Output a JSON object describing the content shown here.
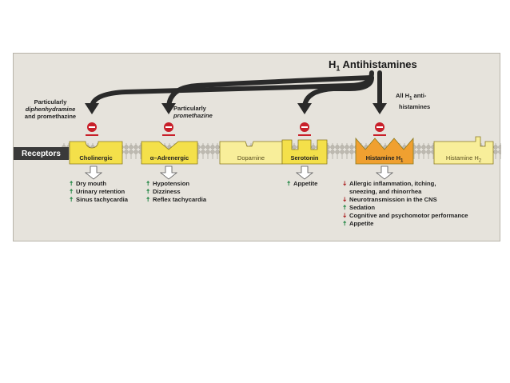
{
  "title": {
    "main": "H",
    "sub": "1",
    "rest": " Antihistamines"
  },
  "notes": {
    "cholinergic": {
      "l1": "Particularly",
      "l2": "diphenhydramine",
      "l3": "and promethazine"
    },
    "adrenergic": {
      "l1": "Particularly",
      "l2": "promethazine"
    },
    "histamine": {
      "l1a": "All H",
      "l1sub": "1",
      "l1b": " anti-",
      "l2": "histamines"
    }
  },
  "receptors_label": "Receptors",
  "receptors": {
    "cholinergic": "Cholinergic",
    "adrenergic": "α–Adrenergic",
    "dopamine": "Dopamine",
    "serotonin": "Serotonin",
    "histamine_h1": {
      "main": "Histamine H",
      "sub": "1"
    },
    "histamine_h2": {
      "main": "Histamine H",
      "sub": "2"
    }
  },
  "effects": {
    "cholinergic": [
      {
        "dir": "up",
        "text": "Dry mouth"
      },
      {
        "dir": "up",
        "text": "Urinary retention"
      },
      {
        "dir": "up",
        "text": "Sinus tachycardia"
      }
    ],
    "adrenergic": [
      {
        "dir": "up",
        "text": "Hypotension"
      },
      {
        "dir": "up",
        "text": "Dizziness"
      },
      {
        "dir": "up",
        "text": "Reflex tachycardia"
      }
    ],
    "serotonin": [
      {
        "dir": "up",
        "text": "Appetite"
      }
    ],
    "histamine": [
      {
        "dir": "down",
        "text": "Allergic inflammation, itching,"
      },
      {
        "dir": "none",
        "text": "sneezing, and rhinorrhea"
      },
      {
        "dir": "down",
        "text": "Neurotransmission in the CNS"
      },
      {
        "dir": "up",
        "text": "Sedation"
      },
      {
        "dir": "down",
        "text": "Cognitive and psychomotor performance"
      },
      {
        "dir": "up",
        "text": "Appetite"
      }
    ]
  },
  "arrow_glyphs": {
    "up": "🠅",
    "down": "🠇"
  },
  "colors": {
    "panel": "#e6e3dc",
    "receptor_yellow": "#f4e04a",
    "receptor_light": "#f8ee9a",
    "histamine_orange": "#f0a030",
    "inhibit_red": "#c8202a",
    "arrow_dark": "#2a2a2a",
    "up_green": "#2a8a4a",
    "down_red": "#b03030"
  }
}
